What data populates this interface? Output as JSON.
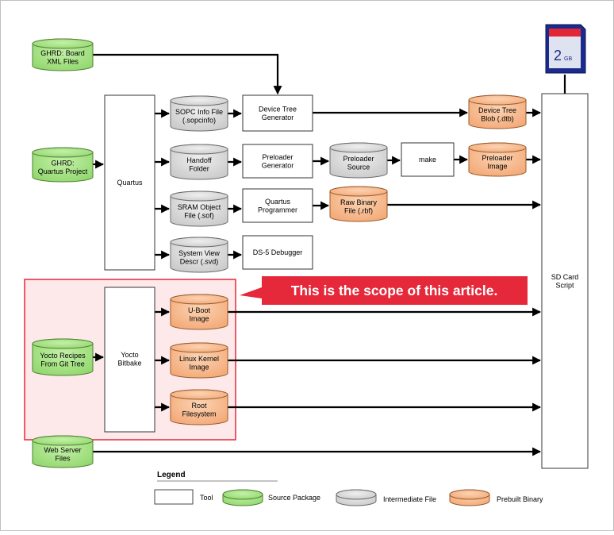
{
  "colors": {
    "source": "#9fe07a",
    "intermediate": "#d9d9d9",
    "prebuilt": "#f7b98a",
    "tool": "#ffffff",
    "callout": "#e5283a",
    "highlight_fill": "#fde8ea",
    "highlight_stroke": "#e5283a"
  },
  "sources": {
    "ghrd_board": [
      "GHRD: Board",
      "XML Files"
    ],
    "ghrd_quartus": [
      "GHRD:",
      "Quartus Project"
    ],
    "yocto_recipes": [
      "Yocto Recipes",
      "From Git Tree"
    ],
    "web_server": [
      "Web Server",
      "Files"
    ]
  },
  "tools": {
    "quartus": [
      "Quartus"
    ],
    "yocto_bitbake": [
      "Yocto",
      "Bitbake"
    ],
    "device_tree_generator": [
      "Device Tree",
      "Generator"
    ],
    "preloader_generator": [
      "Preloader",
      "Generator"
    ],
    "quartus_programmer": [
      "Quartus",
      "Programmer"
    ],
    "ds5_debugger": [
      "DS-5 Debugger"
    ],
    "make": [
      "make"
    ],
    "sd_card_script": [
      "SD Card",
      "Script"
    ]
  },
  "intermediates": {
    "sopc_info": [
      "SOPC Info File",
      "(.sopcinfo)"
    ],
    "handoff_folder": [
      "Handoff",
      "Folder"
    ],
    "sram_object": [
      "SRAM Object",
      "File (.sof)"
    ],
    "system_view": [
      "System View",
      "Descr (.svd)"
    ],
    "preloader_source": [
      "Preloader",
      "Source"
    ]
  },
  "prebuilts": {
    "device_tree_blob": [
      "Device Tree",
      "Blob (.dtb)"
    ],
    "preloader_image": [
      "Preloader",
      "Image"
    ],
    "raw_binary": [
      "Raw Binary",
      "File (.rbf)"
    ],
    "uboot_image": [
      "U-Boot",
      "Image"
    ],
    "linux_kernel": [
      "Linux Kernel",
      "Image"
    ],
    "root_filesystem": [
      "Root",
      "Filesystem"
    ]
  },
  "sd_card": {
    "capacity": "2",
    "unit": "GB"
  },
  "callout": {
    "text": "This is the scope of this article."
  },
  "legend": {
    "title": "Legend",
    "tool": "Tool",
    "source": "Source Package",
    "intermediate": "Intermediate File",
    "prebuilt": "Prebuilt  Binary"
  }
}
